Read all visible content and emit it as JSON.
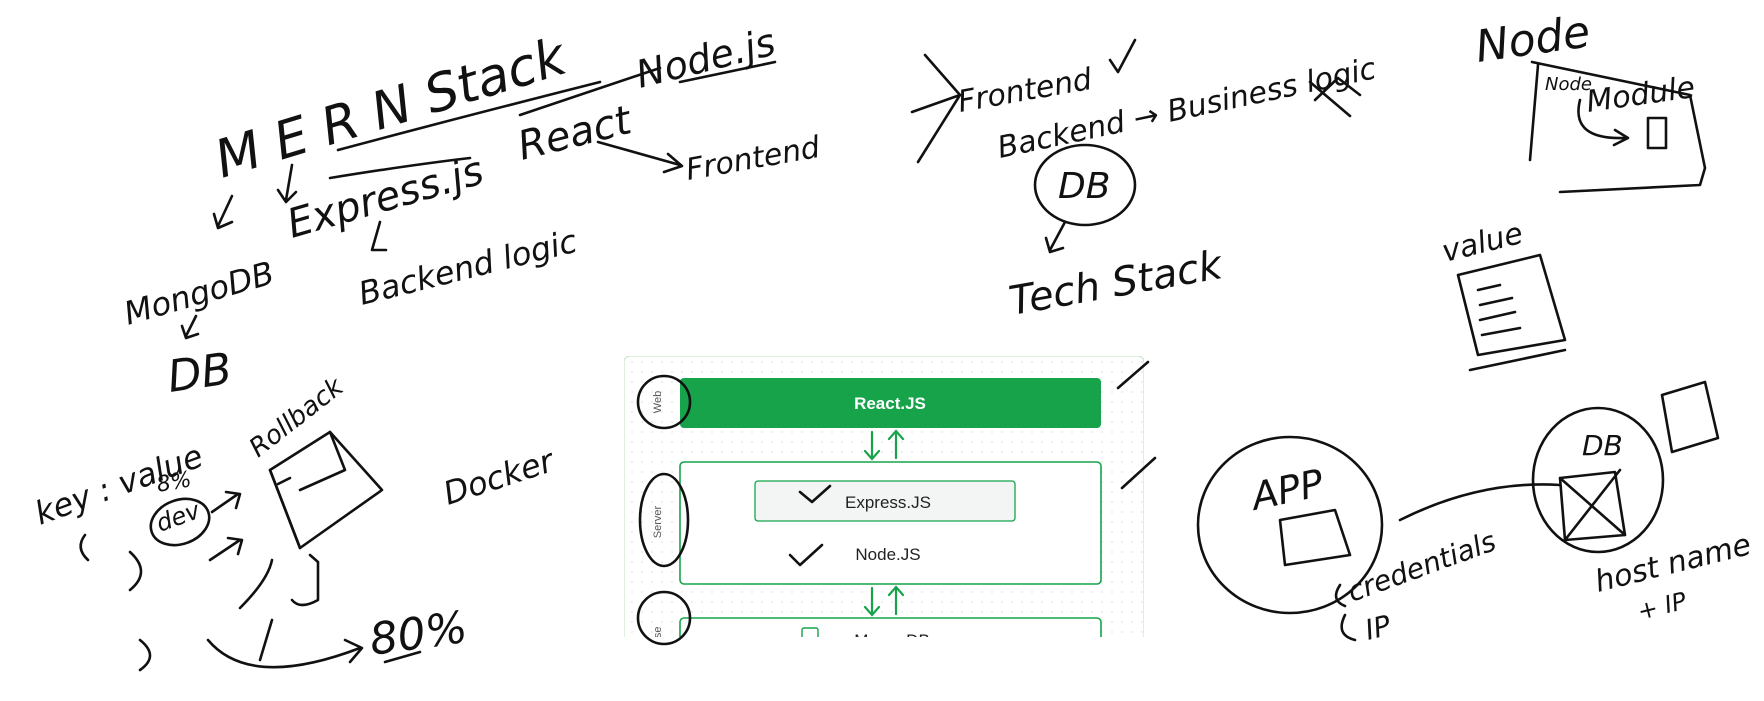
{
  "notes": {
    "mern_stack": "M E R N  Stack",
    "node_js": "Node.js",
    "express_js": "Express.js",
    "react": "React",
    "frontend_1": "Frontend",
    "mongodb": "MongoDB",
    "db_left": "DB",
    "backend_logic": "Backend logic",
    "frontend_2": "Frontend",
    "backend_business": "Backend → Business logic",
    "db_circle": "DB",
    "tech_stack": "Tech Stack",
    "node_right": "Node",
    "node_module_small": "Node",
    "module": "Module",
    "value_note": "value",
    "key_value": "key : value",
    "percent_top": "8%",
    "dev": "dev",
    "rollback": "Rollback",
    "docker": "Docker",
    "percent_bottom": "80%",
    "app": "APP",
    "db_right": "DB",
    "credentials": "credentials",
    "ip_left": "IP",
    "hostname": "host name",
    "ip_right": "+ IP"
  },
  "diagram": {
    "layer_web": "Web",
    "layer_server": "Server",
    "layer_database": "Database",
    "react_label": "React.JS",
    "express_label": "Express.JS",
    "node_label": "Node.JS",
    "mongodb_label": "MongoDB",
    "accent": "#16a34a"
  }
}
